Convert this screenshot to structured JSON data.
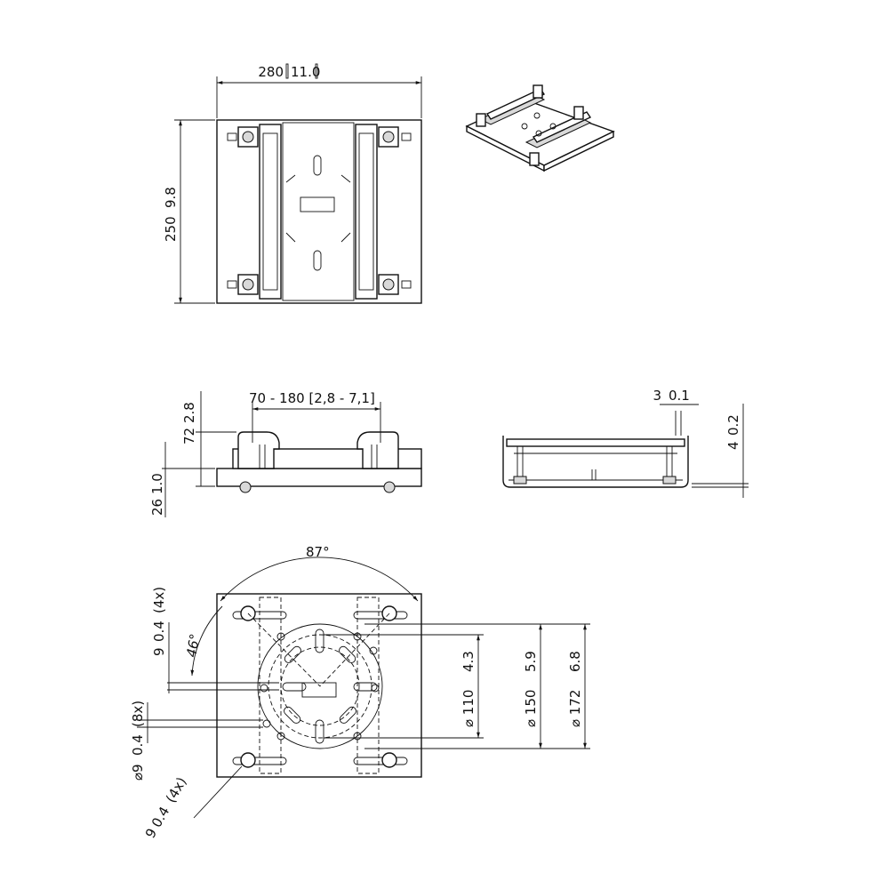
{
  "top_view": {
    "width_dim": "280",
    "width_dim_in": "11.0",
    "height_dim": "250",
    "height_dim_in": "9.8"
  },
  "side_view": {
    "range_dim": "70 - 180 [2,8 - 7,1]",
    "height_dim": "72",
    "height_dim_in": "2.8",
    "base_dim": "26",
    "base_dim_in": "1.0"
  },
  "front_view": {
    "gap_dim": "3",
    "gap_dim_in": "0.1",
    "thickness_dim": "4",
    "thickness_dim_in": "0.2"
  },
  "bottom_view": {
    "angle_large": "87°",
    "angle_small": "46°",
    "slot_dim": "9",
    "slot_dim_in": "0.4",
    "slot_count": "(4x)",
    "hole_dim": "⌀9",
    "hole_dim_in": "0.4",
    "hole_count": "(8x)",
    "corner_dim": "9",
    "corner_dim_in": "0.4",
    "corner_count": "(4x)",
    "circle1": "⌀ 110",
    "circle1_in": "4.3",
    "circle2": "⌀ 150",
    "circle2_in": "5.9",
    "circle3": "⌀ 172",
    "circle3_in": "6.8"
  }
}
